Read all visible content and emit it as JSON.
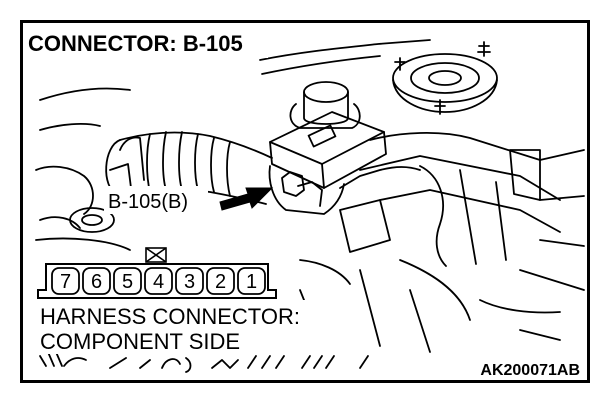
{
  "title": "CONNECTOR: B-105",
  "callout_label": "B-105(B)",
  "connector": {
    "pins": [
      "7",
      "6",
      "5",
      "4",
      "3",
      "2",
      "1"
    ],
    "blocked_pin": "4"
  },
  "caption": {
    "line1": "HARNESS CONNECTOR:",
    "line2": "COMPONENT SIDE"
  },
  "figure_id": "AK200071AB"
}
